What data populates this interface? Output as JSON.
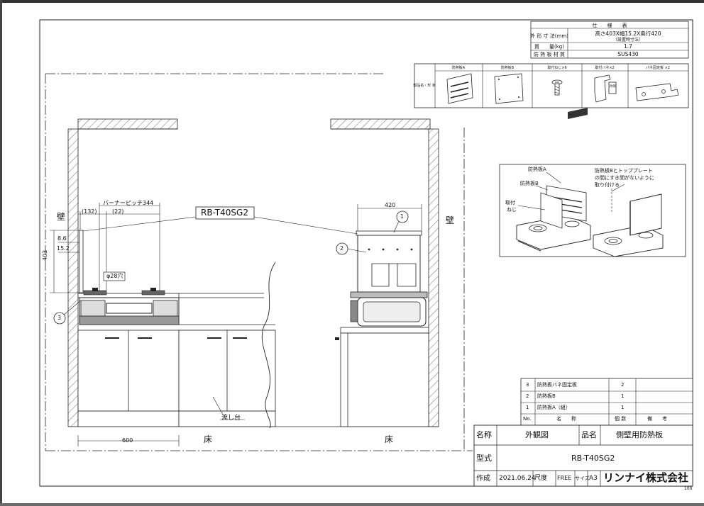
{
  "spec_table": {
    "title": "仕　　様　　表",
    "rows": [
      {
        "label": "外 形 寸 法(mm)",
        "value": "高さ403X幅15.2X奥行420",
        "value2": "（設置時寸法）"
      },
      {
        "label": "質　　量(kg)",
        "value": "1.7"
      },
      {
        "label": "防 熱 板 材 質",
        "value": "SUS430"
      }
    ]
  },
  "parts_row": {
    "header": "部品名・形 状",
    "items": [
      "防熱板A",
      "防熱板B",
      "取付ねじ×6",
      "取付バネ×2",
      "バネ固定板 ×2"
    ],
    "tag": "外側"
  },
  "drawing": {
    "model_label": "RB-T40SG2",
    "wall_left": "壁",
    "wall_right": "壁",
    "floor_left": "床",
    "floor_right": "床",
    "dim_132": "(132)",
    "dim_22": "(22)",
    "burner_pitch": "バーナーピッチ344",
    "dim_8_6": "8.6",
    "dim_15_2": "15.2",
    "dim_403": "403",
    "dim_420": "420",
    "dim_600": "600",
    "hole_label": "φ28穴",
    "sink_label": "流し台",
    "callouts": [
      "1",
      "2",
      "3"
    ]
  },
  "detail": {
    "label_a": "防熱板A",
    "label_b": "防熱板B",
    "label_torituke": "取付",
    "label_neji": "ねじ",
    "note1": "防熱板Bとトッププレート",
    "note2": "の間にすき間がないように",
    "note3": "取り付ける"
  },
  "parts_list": {
    "rows": [
      {
        "no": "3",
        "name": "防熱板バネ固定板",
        "qty": "2"
      },
      {
        "no": "2",
        "name": "防熱板B",
        "qty": "1"
      },
      {
        "no": "1",
        "name": "防熱板A（組）",
        "qty": "1"
      }
    ],
    "header": {
      "no": "No.",
      "name": "名　　称",
      "qty": "個 数",
      "note": "備　　考"
    }
  },
  "title_block": {
    "name_label": "名称",
    "name_value": "外観図",
    "product_label": "品名",
    "product_value": "側壁用防熱板",
    "type_label": "型式",
    "type_value": "RB-T40SG2",
    "made_label": "作成",
    "date": "2021.06.24",
    "scale_label": "尺度",
    "scale_value": "FREE",
    "size_label": "サイズ",
    "size_value": "A3",
    "company": "リンナイ株式会社",
    "corner": "100"
  }
}
